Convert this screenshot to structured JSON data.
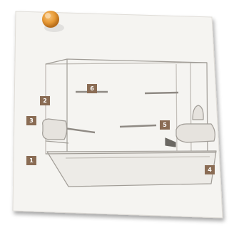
{
  "callouts": [
    {
      "label": "1",
      "part": "bottom-left"
    },
    {
      "label": "2",
      "part": "roof-left"
    },
    {
      "label": "3",
      "part": "left-side"
    },
    {
      "label": "4",
      "part": "base-right"
    },
    {
      "label": "5",
      "part": "center-perch"
    },
    {
      "label": "6",
      "part": "ceiling-center"
    }
  ],
  "colors": {
    "note_paper": "#f5f4f1",
    "pin": "#e79a36",
    "marker": "#8a6c54",
    "line": "#a19d97"
  }
}
